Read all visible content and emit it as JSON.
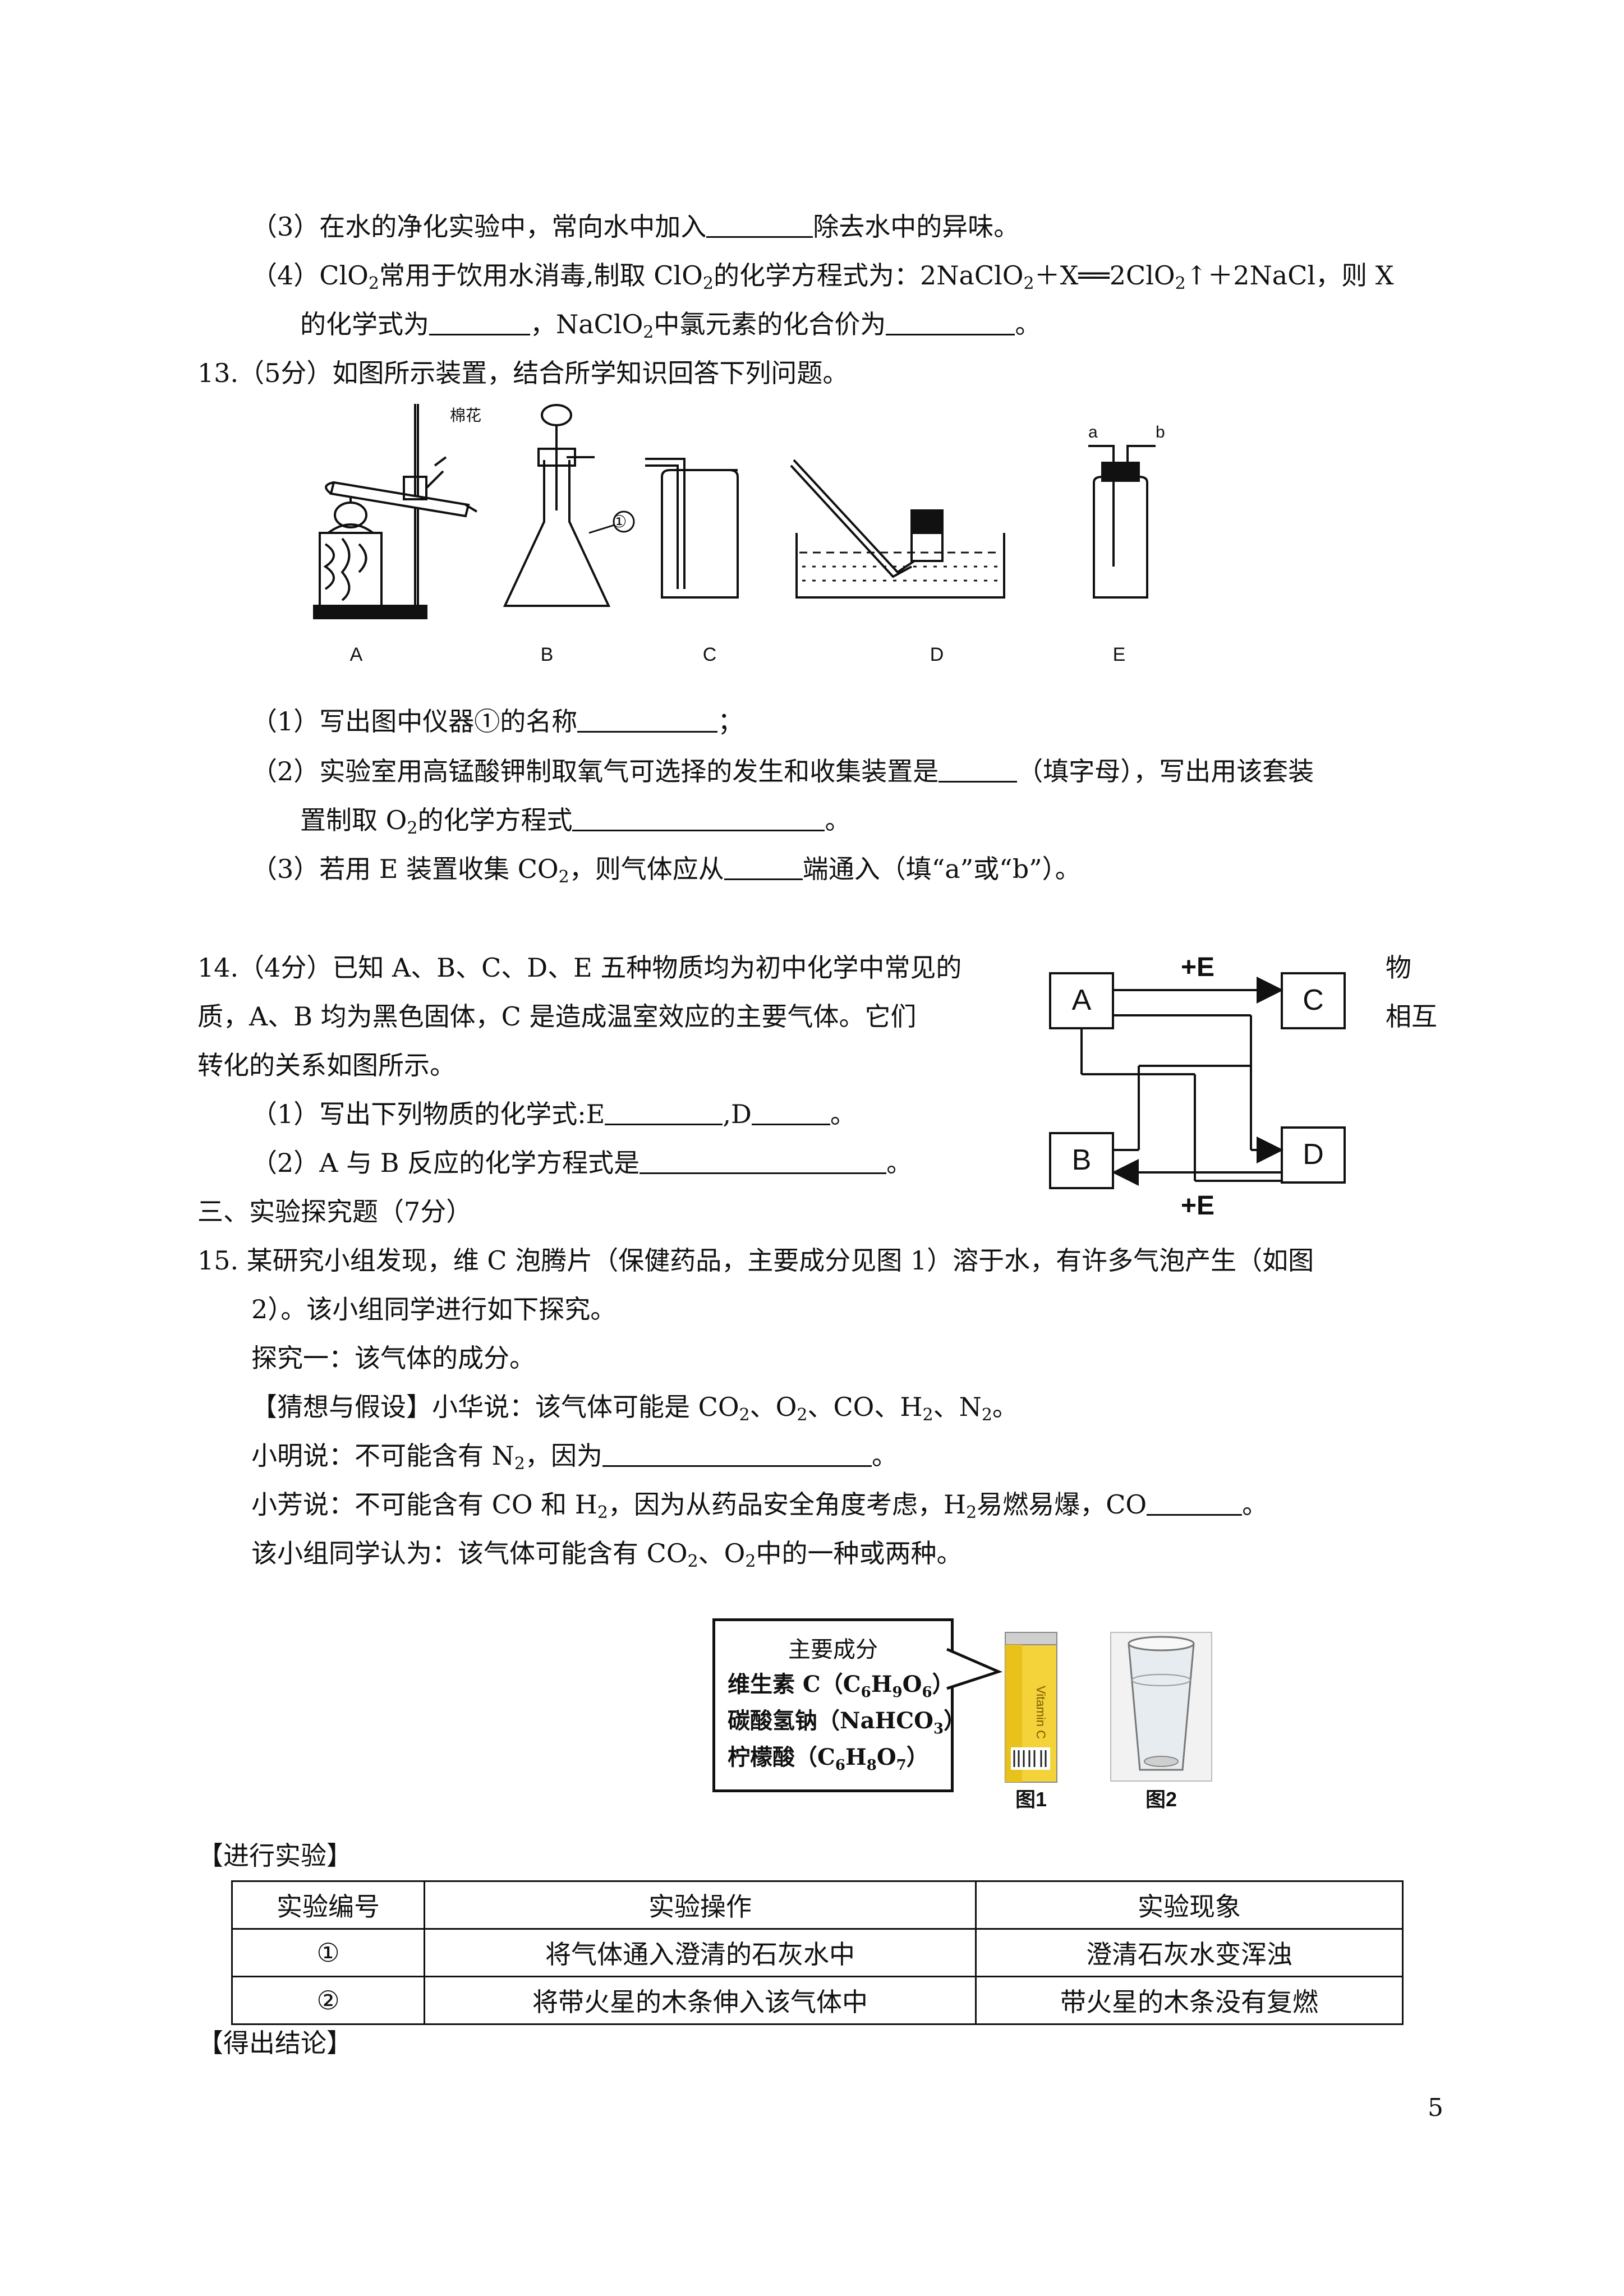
{
  "q12": {
    "p3": {
      "pre": "（3）在水的净化实验中，常向水中加入",
      "post": "除去水中的异味。"
    },
    "p4": {
      "line1_a": "（4）ClO",
      "line1_b": "常用于饮用水消毒,制取 ClO",
      "line1_c": "的化学方程式为：2NaClO",
      "line1_d": "＋X══2ClO",
      "line1_e": "↑＋2NaCl，则 X",
      "line2_a": "的化学式为",
      "line2_b": "，NaClO",
      "line2_c": "中氯元素的化合价为",
      "line2_d": "。",
      "sub2": "2"
    }
  },
  "q13": {
    "stem": "13.（5分）如图所示装置，结合所学知识回答下列问题。",
    "figure": {
      "labels": [
        "A",
        "B",
        "C",
        "D",
        "E"
      ],
      "cotton_label": "棉花",
      "instrument_mark": "①",
      "port_a": "a",
      "port_b": "b"
    },
    "p1": {
      "pre": "（1）写出图中仪器①的名称",
      "post": "；"
    },
    "p2": {
      "line1_pre": "（2）实验室用高锰酸钾制取氧气可选择的发生和收集装置是",
      "line1_post": "（填字母），写出用该套装",
      "line2_a": "置制取 O",
      "line2_b": "的化学方程式",
      "line2_c": "。"
    },
    "p3": {
      "pre": "（3）若用 E 装置收集 CO",
      "mid": "，则气体应从",
      "post": "端通入（填“a”或“b”）。"
    }
  },
  "q14": {
    "line1": "14.（4分）已知 A、B、C、D、E 五种物质均为初中化学中常见的",
    "line1_tail": "物",
    "line2": "质，A、B 均为黑色固体，C 是造成温室效应的主要气体。它们",
    "line2_tail": "相互",
    "line3": "转化的关系如图所示。",
    "p1": {
      "pre": "（1）写出下列物质的化学式:E",
      "mid": ",D",
      "post": "。"
    },
    "p2": {
      "pre": "（2）A 与 B 反应的化学方程式是",
      "post": "。"
    },
    "diagram": {
      "A": "A",
      "B": "B",
      "C": "C",
      "D": "D",
      "top_label": "+E",
      "bottom_label": "+E"
    }
  },
  "section3": "三、实验探究题（7分）",
  "q15": {
    "line1": "15.  某研究小组发现，维 C 泡腾片（保健药品，主要成分见图 1）溶于水，有许多气泡产生（如图",
    "line2": "2）。该小组同学进行如下探究。",
    "inquiry1": "探究一：该气体的成分。",
    "hypo_a": "【猜想与假设】小华说：该气体可能是 CO",
    "hypo_b": "、O",
    "hypo_c": "、CO、H",
    "hypo_d": "、N",
    "hypo_e": "。",
    "ming_a": "小明说：不可能含有 N",
    "ming_b": "，因为",
    "ming_c": "。",
    "fang_a": "小芳说：不可能含有 CO 和 H",
    "fang_b": "，因为从药品安全角度考虑，H",
    "fang_c": "易燃易爆，CO",
    "fang_d": "。",
    "group_a": "该小组同学认为：该气体可能含有 CO",
    "group_b": "、O",
    "group_c": "中的一种或两种。",
    "figure": {
      "box_title": "主要成分",
      "vc_name": "维生素 C（",
      "vc_formula": [
        "C",
        "6",
        "H",
        "9",
        "O",
        "6"
      ],
      "soda_name": "碳酸氢钠（",
      "soda_formula": "NaHCO",
      "citric_name": "柠檬酸（",
      "citric_formula": [
        "C",
        "6",
        "H",
        "8",
        "O",
        "7"
      ],
      "close_paren": "）",
      "tube_text": "Vitamin C",
      "fig1": "图1",
      "fig2": "图2"
    },
    "experiment_heading": "【进行实验】",
    "table": {
      "headers": [
        "实验编号",
        "实验操作",
        "实验现象"
      ],
      "rows": [
        [
          "①",
          "将气体通入澄清的石灰水中",
          "澄清石灰水变浑浊"
        ],
        [
          "②",
          "将带火星的木条伸入该气体中",
          "带火星的木条没有复燃"
        ]
      ]
    },
    "conclusion_heading": "【得出结论】"
  },
  "page_number": "5"
}
